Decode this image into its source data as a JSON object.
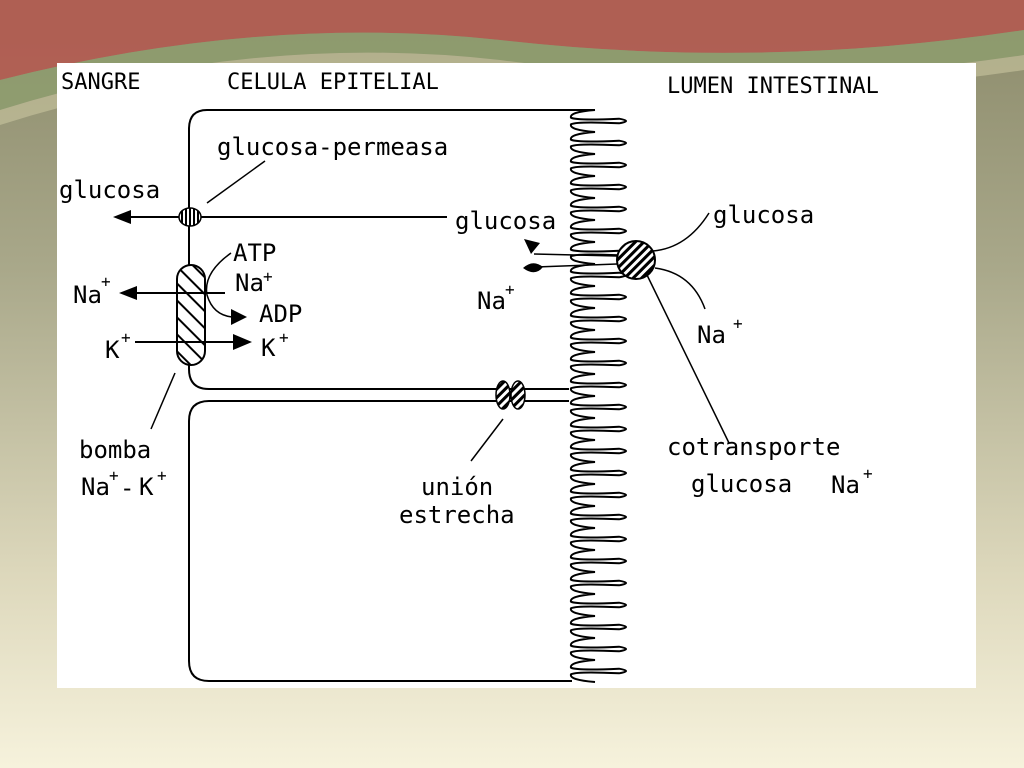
{
  "headers": {
    "blood": "SANGRE",
    "cell": "CELULA EPITELIAL",
    "lumen": "LUMEN INTESTINAL"
  },
  "labels": {
    "glucose_permease": "glucosa-permeasa",
    "glucose_exit": "glucosa",
    "glucose_inside": "glucosa",
    "glucose_lumen": "glucosa",
    "atp": "ATP",
    "adp": "ADP",
    "na_inside": "Na",
    "na_outside": "Na",
    "na_cell": "Na",
    "na_lumen": "Na",
    "k_outside": "K",
    "k_inside": "K",
    "pump_line1": "bomba",
    "pump_line2_na": "Na",
    "pump_line2_k": "K",
    "tight_junction_line1": "unión",
    "tight_junction_line2": "estrecha",
    "cotransport_line1": "cotransporte",
    "cotransport_line2": "glucosa",
    "cotransport_na": "Na",
    "plus": "+",
    "minus": "-"
  },
  "colors": {
    "slide_top": "#c0504d",
    "slide_band": "#8fa07a",
    "slide_bottom": "#f7f3dc",
    "ink": "#000000",
    "panel": "#ffffff"
  }
}
